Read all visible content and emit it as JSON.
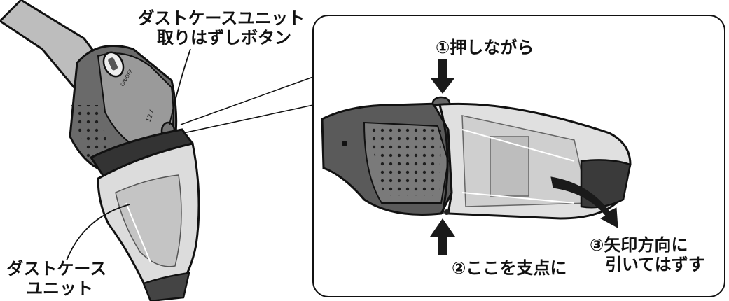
{
  "labels": {
    "release_button": [
      "ダストケースユニット",
      "取りはずしボタン"
    ],
    "dust_case": [
      "ダストケース",
      "ユニット"
    ],
    "step1": "①押しながら",
    "step2": "②ここを支点に",
    "step3": [
      "③矢印方向に",
      "引いてはずす"
    ]
  },
  "device_text": {
    "switch": "ON/OFF",
    "voltage": "12V"
  },
  "colors": {
    "body_dark": "#4a4a4a",
    "body_mid": "#8a8a8a",
    "body_light": "#c8c8c8",
    "clear_case": "#dcdcdc",
    "arrow": "#1a1a1a"
  }
}
